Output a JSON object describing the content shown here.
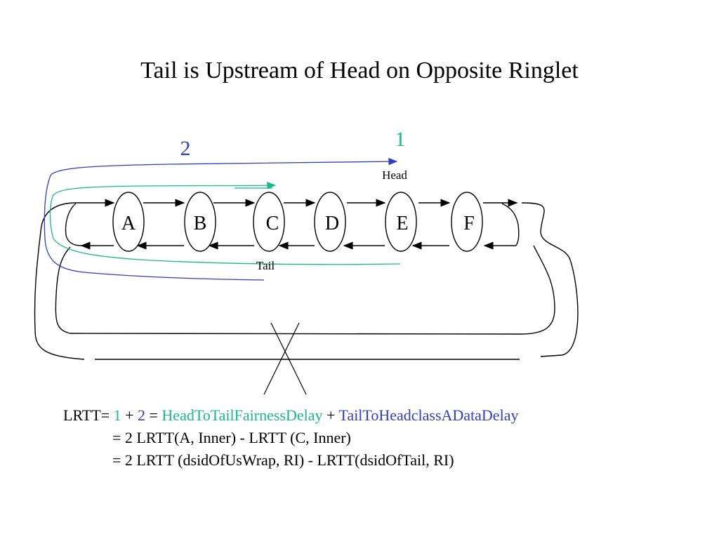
{
  "title": "Tail is Upstream of Head on Opposite Ringlet",
  "nodes": [
    "A",
    "B",
    "C",
    "D",
    "E",
    "F"
  ],
  "labels": {
    "head": "Head",
    "tail": "Tail",
    "path1": "1",
    "path2": "2"
  },
  "formula": {
    "lhs": "LRTT=",
    "term1": "1",
    "plus1": "+",
    "term2": "2",
    "equals": "=",
    "delay1": "HeadToTailFairnessDelay",
    "plus2": "+",
    "delay2": "TailToHeadclassADataDelay",
    "line2": "= 2 LRTT(A, Inner) -  LRTT (C, Inner)",
    "line3": "= 2 LRTT (dsidOfUsWrap, RI) - LRTT(dsidOfTail, RI)"
  },
  "colors": {
    "path1": "#19b88b",
    "path2": "#2f3fbf",
    "ring": "#000000"
  }
}
